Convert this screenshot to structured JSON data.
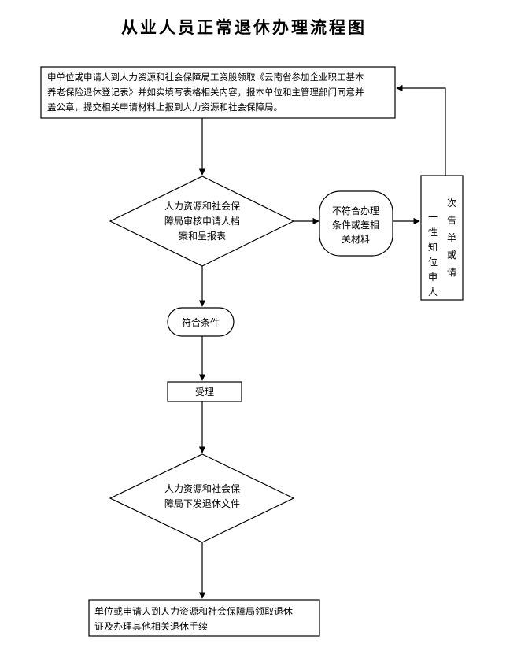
{
  "title": "从业人员正常退休办理流程图",
  "steps": {
    "apply": {
      "lines": [
        "申单位或申请人到人力资源和社会保障局工资股领取《云南省参加企业职工基本",
        "养老保险退休登记表》并如实填写表格相关内容，报本单位和主管理部门同意并",
        "盖公章，提交相关申请材料上报到人力资源和社会保障局。"
      ]
    },
    "review": {
      "lines": [
        "人力资源和社会保",
        "障局审核申请人档",
        "案和呈报表"
      ]
    },
    "not_eligible": {
      "lines": [
        "不符合办理",
        "条件或差相",
        "关材料"
      ]
    },
    "notify": {
      "columns": [
        "次告单或请",
        "一性知位申人"
      ]
    },
    "eligible": {
      "label": "符合条件"
    },
    "accept": {
      "label": "受理"
    },
    "issue": {
      "lines": [
        "人力资源和社会保",
        "障局下发退休文件"
      ]
    },
    "collect": {
      "lines": [
        "单位或申请人到人力资源和社会保障局领取退休",
        "证及办理其他相关退休手续"
      ]
    }
  }
}
